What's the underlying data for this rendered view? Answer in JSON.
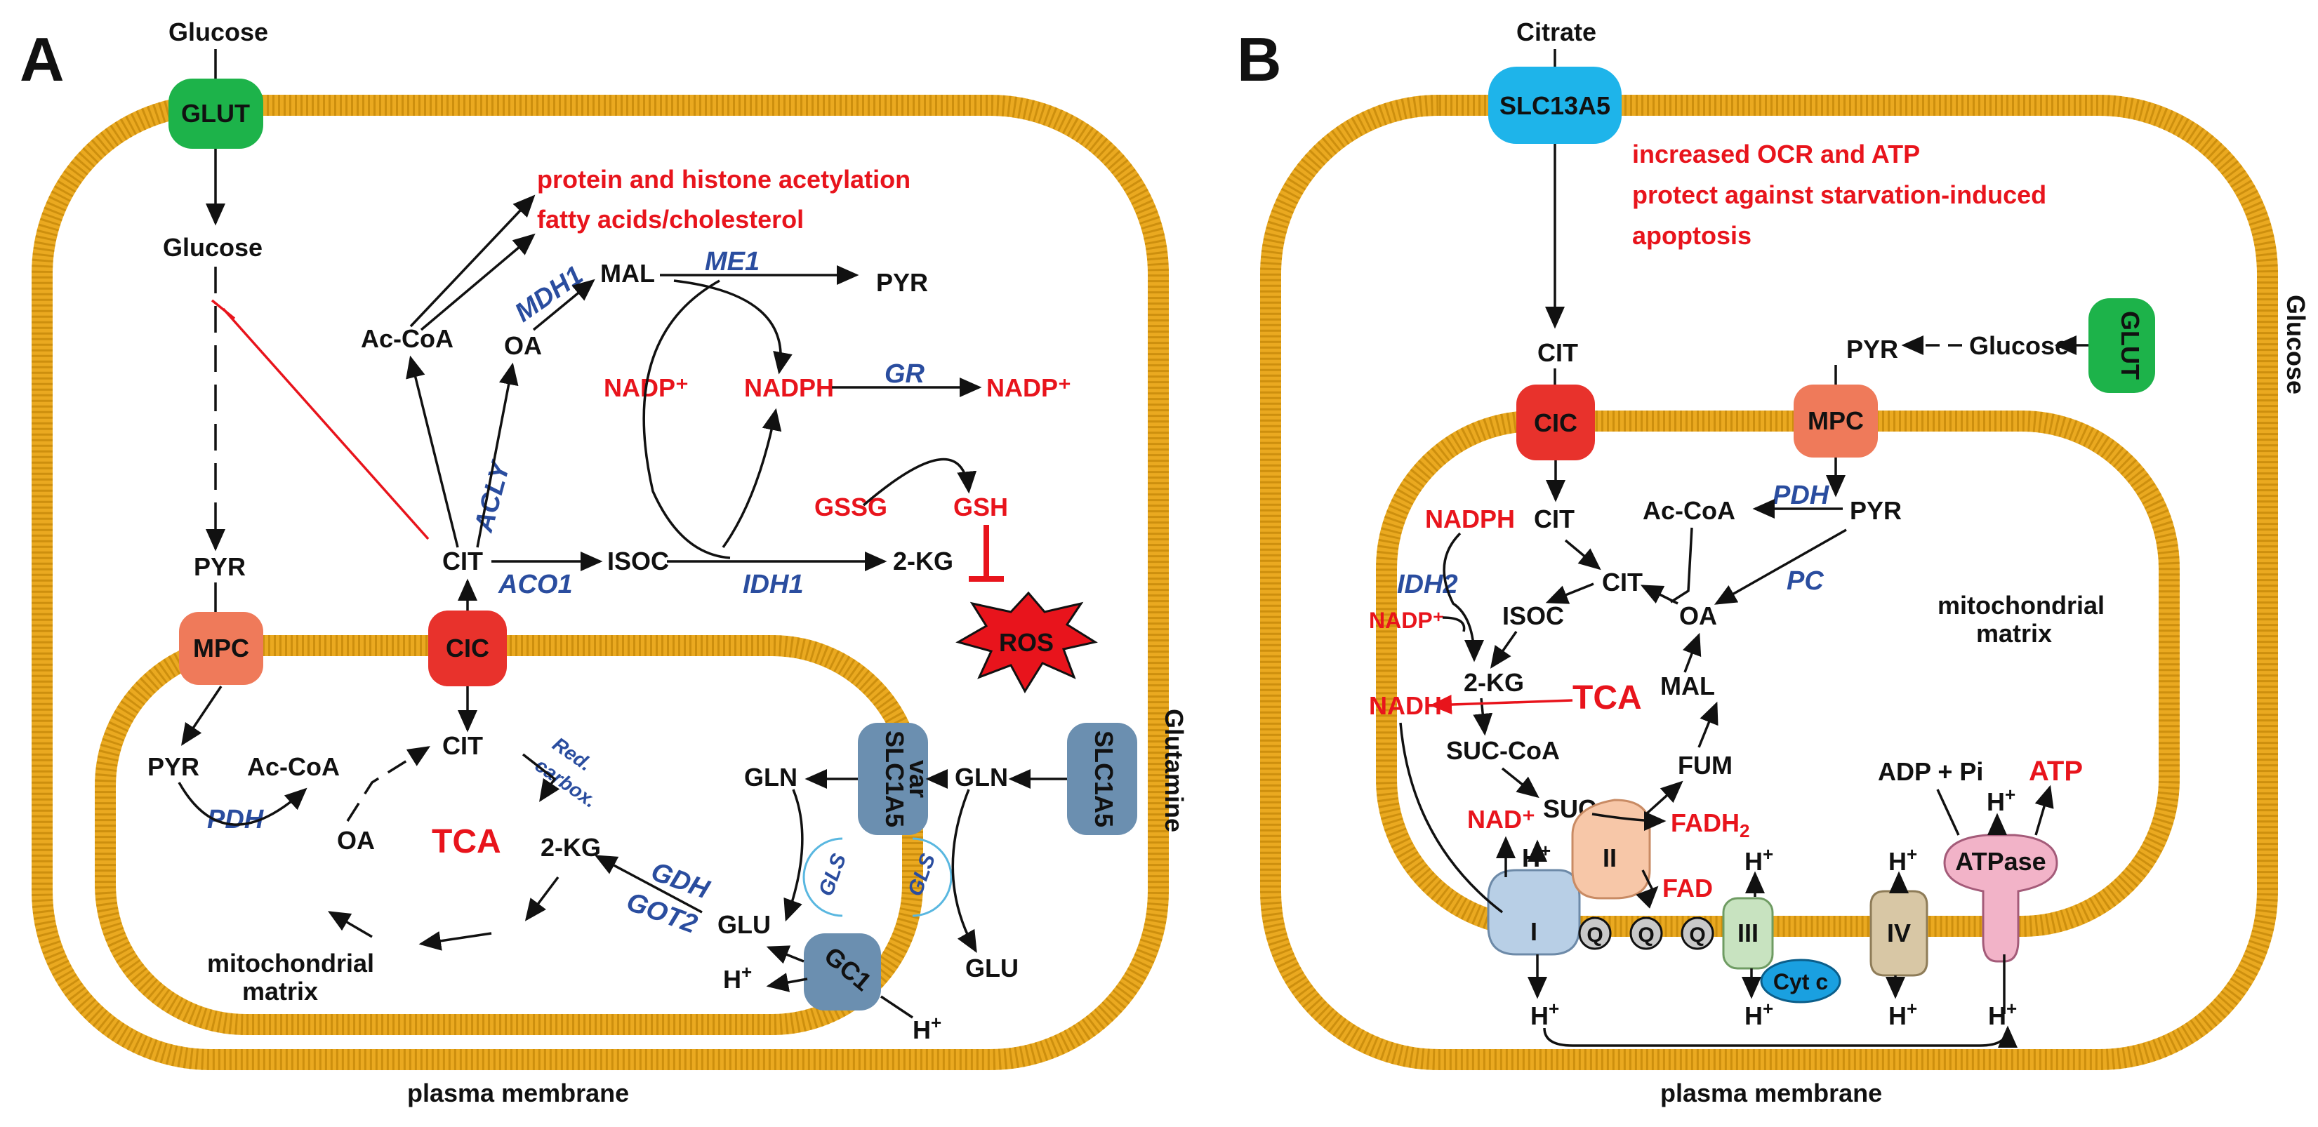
{
  "colors": {
    "membrane": "#eaa920",
    "red_text": "#e8141c",
    "enzyme_blue": "#2a4d9f",
    "glut_green": "#1db34a",
    "slc13a5_cyan": "#1eb4ea",
    "cic_red": "#e8322c",
    "mpc_salmon": "#ef7a5a",
    "slc1a5_steel": "#6b8fb0"
  },
  "panelA": {
    "letter": "A",
    "glucose_out": "Glucose",
    "glut": "GLUT",
    "glucose_in": "Glucose",
    "pyr_cyto": "PYR",
    "mpc": "MPC",
    "cic": "CIC",
    "cit_cyto": "CIT",
    "acly": "ACLY",
    "ac_coa_cyto": "Ac-CoA",
    "acetylation_1": "protein and histone acetylation",
    "acetylation_2": "fatty acids/cholesterol",
    "oa_cyto": "OA",
    "mdh1": "MDH1",
    "mal": "MAL",
    "me1": "ME1",
    "pyr_me1": "PYR",
    "nadp_left": "NADP⁺",
    "nadph": "NADPH",
    "gr": "GR",
    "nadp_right": "NADP⁺",
    "gssg": "GSSG",
    "gsh": "GSH",
    "ros": "ROS",
    "aco1": "ACO1",
    "isoc": "ISOC",
    "idh1": "IDH1",
    "two_kg_cyto": "2-KG",
    "pyr_mito": "PYR",
    "pdh": "PDH",
    "ac_coa_mito": "Ac-CoA",
    "cit_mito": "CIT",
    "red_carbox_1": "Red.",
    "red_carbox_2": "carbox.",
    "oa_mito": "OA",
    "tca": "TCA",
    "two_kg_mito": "2-KG",
    "gdh": "GDH",
    "got2": "GOT2",
    "glu_mito": "GLU",
    "gln_mito": "GLN",
    "slc1a5_var_1": "SLC1A5",
    "slc1a5_var_2": "var",
    "gln_cyto": "GLN",
    "slc1a5": "SLC1A5",
    "glutamine": "Glutamine",
    "gls_1": "GLS",
    "gls_2": "GLS",
    "glu_cyto": "GLU",
    "gc1": "GC1",
    "h_mito": "H",
    "h_cyto": "H",
    "h_sup": "+",
    "matrix_1": "mitochondrial",
    "matrix_2": "matrix",
    "plasma": "plasma membrane"
  },
  "panelB": {
    "letter": "B",
    "citrate": "Citrate",
    "slc13a5": "SLC13A5",
    "effect_1": "increased OCR and ATP",
    "effect_2": "protect against starvation-induced",
    "effect_3": "apoptosis",
    "cit_cyto": "CIT",
    "cic": "CIC",
    "pyr_cyto": "PYR",
    "glucose_in": "Glucose",
    "glut": "GLUT",
    "glucose_out": "Glucose",
    "mpc": "MPC",
    "cit_mito": "CIT",
    "nadph": "NADPH",
    "ac_coa": "Ac-CoA",
    "pdh": "PDH",
    "pyr_mito": "PYR",
    "idh2": "IDH2",
    "nadp": "NADP⁺",
    "isoc": "ISOC",
    "cit_tca": "CIT",
    "oa": "OA",
    "pc": "PC",
    "matrix_1": "mitochondrial",
    "matrix_2": "matrix",
    "two_kg": "2-KG",
    "nadh": "NADH",
    "tca": "TCA",
    "mal": "MAL",
    "suc_coa": "SUC-CoA",
    "fum": "FUM",
    "nad": "NAD⁺",
    "suc": "SUC",
    "fadh2": "FADH",
    "fadh2_sub": "2",
    "fad": "FAD",
    "adp_pi": "ADP + Pi",
    "atp": "ATP",
    "atpase": "ATPase",
    "complex_1": "I",
    "complex_2": "II",
    "complex_3": "III",
    "complex_4": "IV",
    "q": "Q",
    "cyt_c": "Cyt c",
    "h": "H",
    "h_sup": "+",
    "plasma": "plasma membrane"
  }
}
